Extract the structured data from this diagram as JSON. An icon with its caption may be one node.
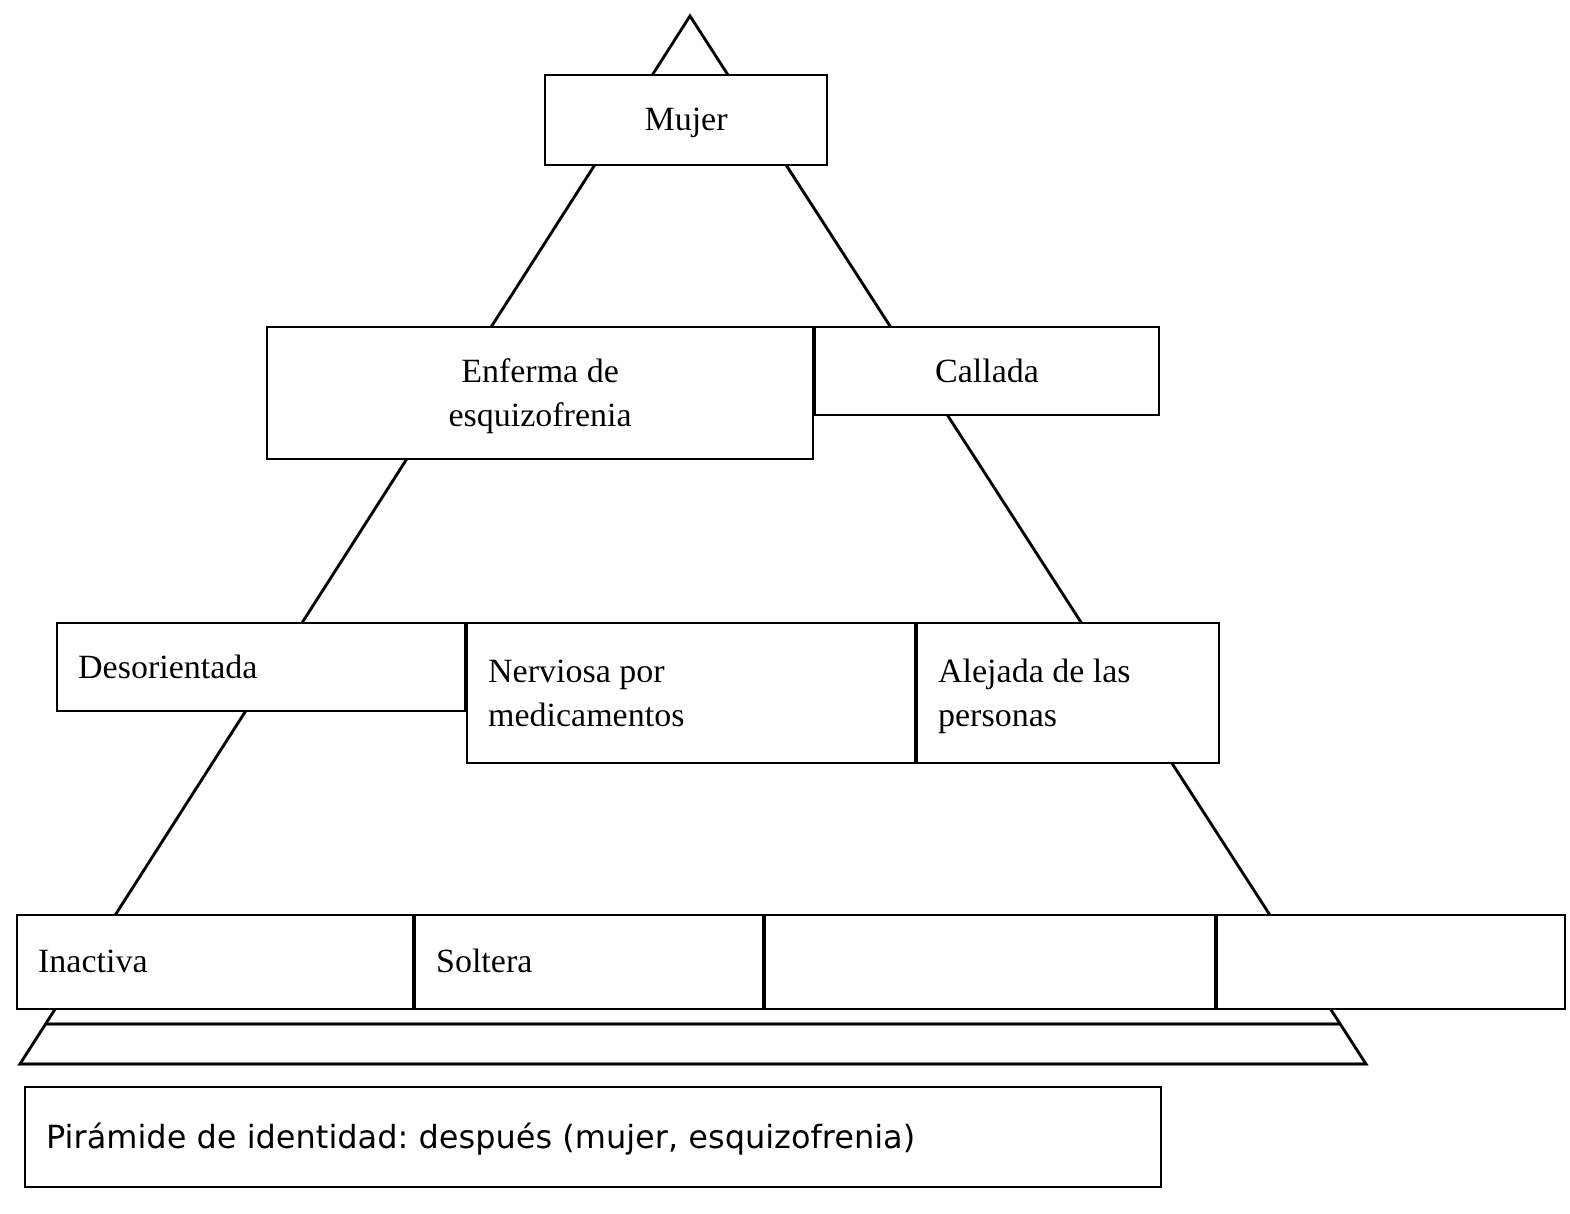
{
  "diagram": {
    "caption": "Pirámide de identidad: después (mujer, esquizofrenia)",
    "nodes": [
      {
        "text": [
          "Mujer"
        ]
      },
      {
        "text": [
          "Enferma de esquizofrenia"
        ]
      },
      {
        "text": [
          "Callada"
        ]
      },
      {
        "text": [
          "Desorientada"
        ]
      },
      {
        "text": [
          "Nerviosa por medicamentos"
        ]
      },
      {
        "text": [
          "Alejada de las personas"
        ]
      },
      {
        "text": [
          "Inactiva"
        ]
      },
      {
        "text": [
          "Soltera"
        ]
      },
      {
        "text": [],
        "shape": "box"
      },
      {
        "text": [],
        "shape": "box"
      }
    ],
    "edges": []
  }
}
